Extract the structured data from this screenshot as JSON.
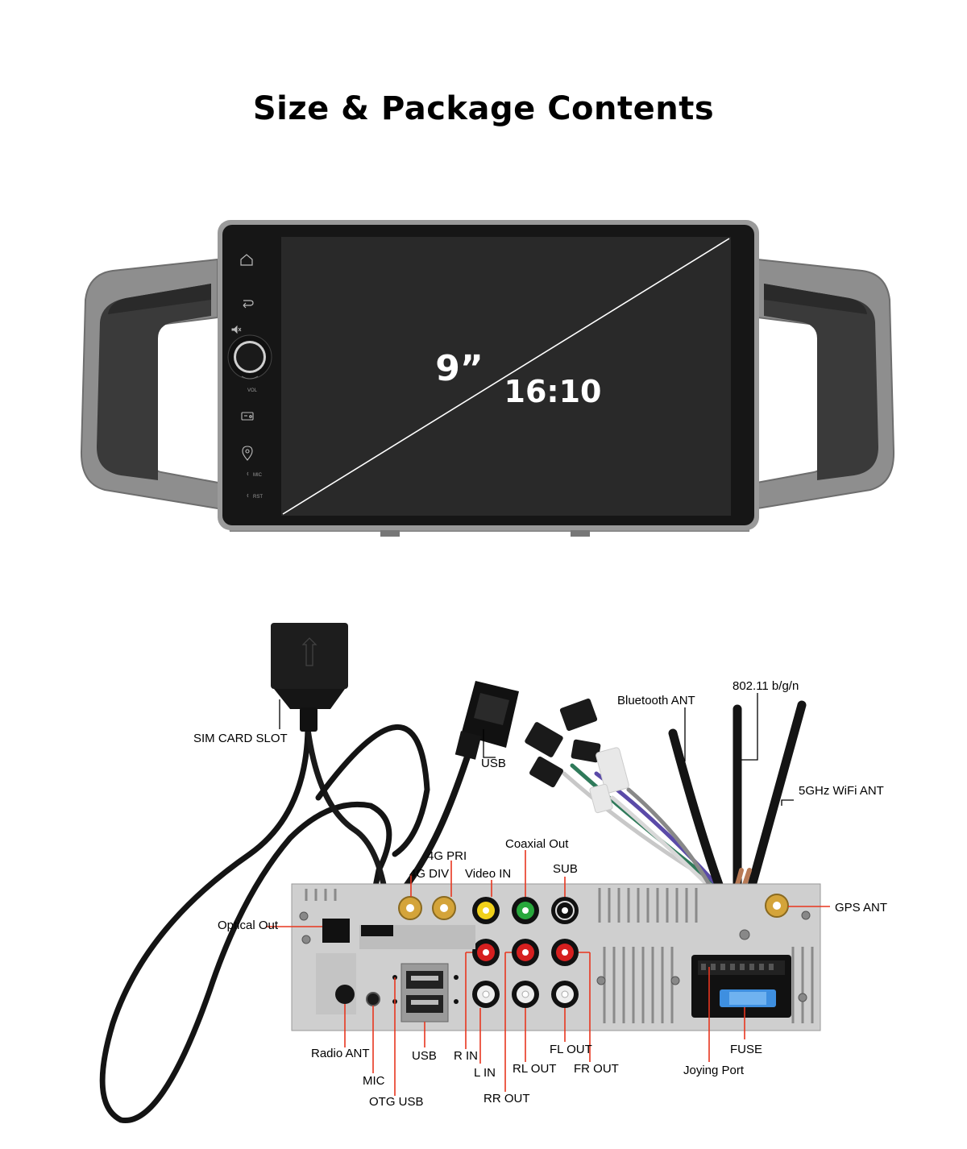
{
  "page": {
    "title": "Size & Package Contents"
  },
  "screen": {
    "size_text": "9”",
    "aspect_text": "16:10"
  },
  "side_buttons": [
    {
      "icon": "home-icon"
    },
    {
      "icon": "back-icon"
    },
    {
      "icon": "mute-icon"
    },
    {
      "icon": "volume-knob-icon",
      "label": "VOL"
    },
    {
      "icon": "radio-icon"
    },
    {
      "icon": "location-icon"
    },
    {
      "icon": "mic-indicator",
      "label": "MIC"
    },
    {
      "icon": "reset-indicator",
      "label": "RST"
    }
  ],
  "labels": {
    "sim_card_slot": "SIM CARD SLOT",
    "usb_top": "USB",
    "bluetooth_ant": "Bluetooth ANT",
    "wifi_24": "802.11 b/g/n",
    "wifi_5": "5GHz WiFi ANT",
    "coaxial_out": "Coaxial Out",
    "g4_pri": "4G PRI",
    "g4_div": "4G DIV",
    "video_in": "Video IN",
    "sub": "SUB",
    "gps_ant": "GPS ANT",
    "optical_out": "Optical Out",
    "radio_ant": "Radio ANT",
    "mic": "MIC",
    "otg_usb": "OTG USB",
    "usb_bottom": "USB",
    "r_in": "R IN",
    "l_in": "L IN",
    "rr_out": "RR OUT",
    "rl_out": "RL OUT",
    "fl_out": "FL OUT",
    "fr_out": "FR OUT",
    "joying_port": "Joying Port",
    "fuse": "FUSE"
  },
  "colors": {
    "callout_line": "#e8361f",
    "bezel": "#1b1b1b",
    "screen": "#2a2a2a",
    "frame": "#8c8c8c"
  }
}
